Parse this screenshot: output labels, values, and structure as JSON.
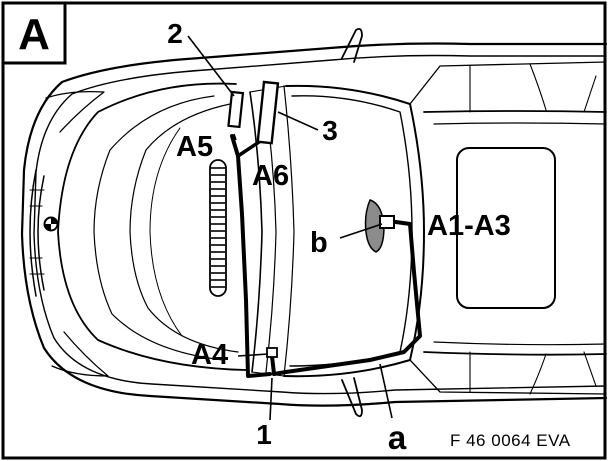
{
  "figure": {
    "panel_letter": "A",
    "reference_code": "F 46 0064 EVA"
  },
  "callouts": {
    "part_1": "1",
    "part_2": "2",
    "part_3": "3",
    "wire_a": "a",
    "point_b": "b",
    "a1_a3": "A1-A3",
    "a4": "A4",
    "a5": "A5",
    "a6": "A6"
  },
  "colors": {
    "ink": "#000000",
    "paper": "#ffffff",
    "sensor_fill": "#8c8c8c"
  }
}
